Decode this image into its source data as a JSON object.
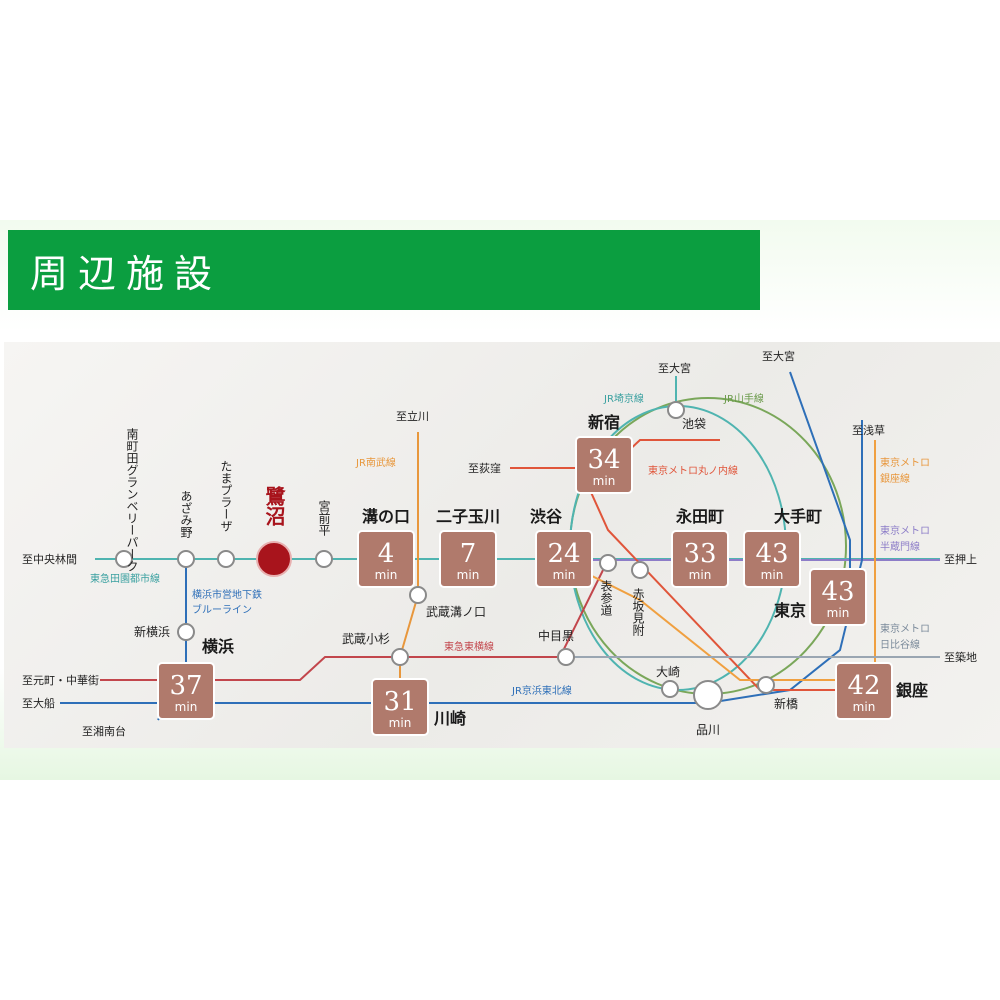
{
  "header": {
    "title": "周辺施設"
  },
  "colors": {
    "header_green": "#0b9e40",
    "time_box": "#b07a6c",
    "home_station": "#a8141c"
  },
  "home_station": "鷺沼",
  "stations": {
    "minamimachida": "南町田グランベリーパーク",
    "azamino": "あざみ野",
    "tamaplaza": "たまプラーザ",
    "miyamaedaira": "宮前平",
    "mizonokuchi": "溝の口",
    "futakotamagawa": "二子玉川",
    "shibuya": "渋谷",
    "shinjuku": "新宿",
    "ikebukuro": "池袋",
    "nagatacho": "永田町",
    "otemachi": "大手町",
    "tokyo": "東京",
    "ginza": "銀座",
    "shinbashi": "新橋",
    "shinagawa": "品川",
    "osaki": "大崎",
    "omotesando": "表参道",
    "akasakamitsuke": "赤坂見附",
    "musashimizonokuchi": "武蔵溝ノ口",
    "musashikosugi": "武蔵小杉",
    "nakameguro": "中目黒",
    "kawasaki": "川崎",
    "yokohama": "横浜",
    "shinyokohama": "新横浜"
  },
  "destinations": {
    "chuorinkan": "至中央林間",
    "tachikawa": "至立川",
    "ogikubo": "至荻窪",
    "omiya1": "至大宮",
    "omiya2": "至大宮",
    "asakusa": "至浅草",
    "oshiage": "至押上",
    "tsukiji": "至築地",
    "motomachi": "至元町・中華街",
    "ofuna": "至大船",
    "shonandai": "至湘南台"
  },
  "lines": {
    "denentoshi": "東急田園都市線",
    "blueline_1": "横浜市営地下鉄",
    "blueline_2": "ブルーライン",
    "nambu": "JR南武線",
    "saikyo": "JR埼京線",
    "yamanote": "JR山手線",
    "marunouchi": "東京メトロ丸ノ内線",
    "ginza_1": "東京メトロ",
    "ginza_2": "銀座線",
    "hanzomon_1": "東京メトロ",
    "hanzomon_2": "半蔵門線",
    "hibiya_1": "東京メトロ",
    "hibiya_2": "日比谷線",
    "toyoko": "東急東横線",
    "keihintohoku": "JR京浜東北線"
  },
  "time_unit": "min",
  "times": {
    "mizonokuchi": "4",
    "futakotamagawa": "7",
    "shibuya": "24",
    "shinjuku": "34",
    "nagatacho": "33",
    "otemachi": "43",
    "tokyo": "43",
    "ginza": "42",
    "yokohama": "37",
    "kawasaki": "31"
  }
}
